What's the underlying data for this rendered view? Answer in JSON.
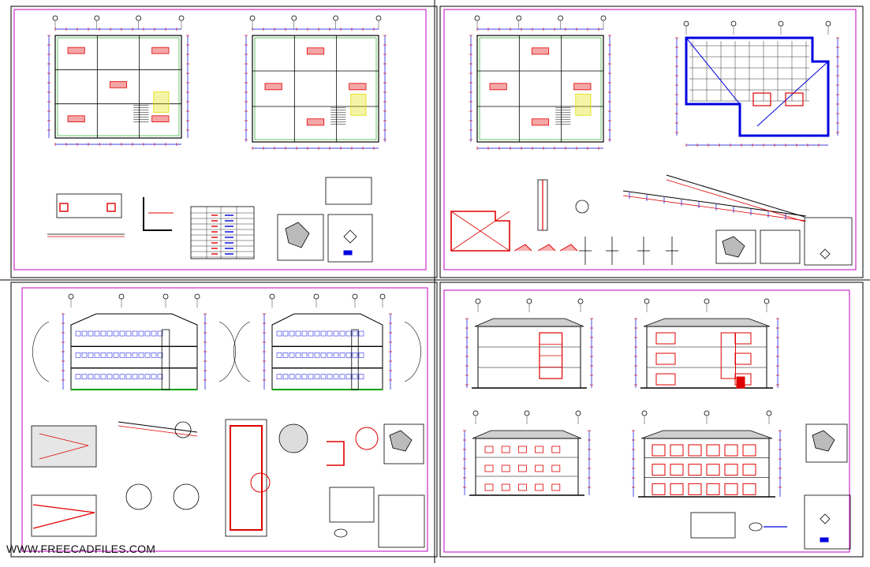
{
  "watermark": "WWW.FREECADFILES.COM",
  "colors": {
    "background": "#ffffff",
    "frame": "#000000",
    "sheet_border": "#c000c0",
    "line_red": "#e00000",
    "line_blue": "#0000e0",
    "line_green": "#00a000",
    "line_yellow": "#e0e000",
    "line_black": "#000000"
  },
  "sheets": [
    {
      "id": "sheet-1",
      "content": "floor-plans-and-details"
    },
    {
      "id": "sheet-2",
      "content": "floor-plan-roof-plan-and-details"
    },
    {
      "id": "sheet-3",
      "content": "sections-and-details"
    },
    {
      "id": "sheet-4",
      "content": "elevations"
    }
  ]
}
